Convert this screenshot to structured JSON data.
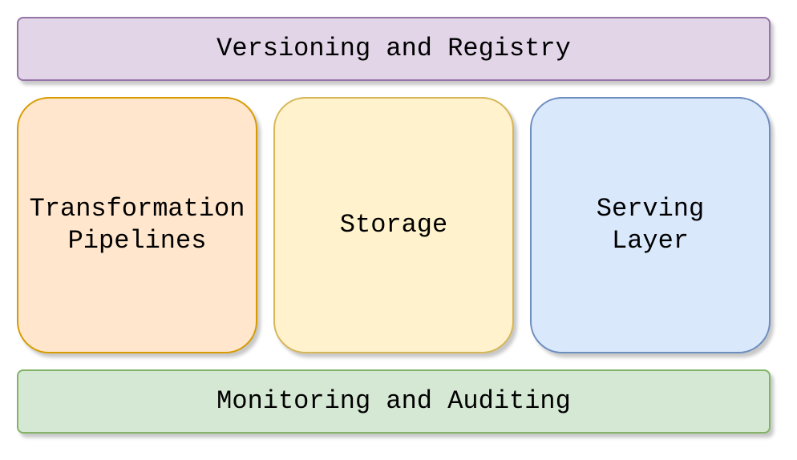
{
  "diagram": {
    "top_bar": {
      "label": "Versioning and Registry",
      "fill": "#e1d5e7",
      "stroke": "#9673a6"
    },
    "columns": [
      {
        "label": "Transformation\nPipelines",
        "fill": "#ffe6cc",
        "stroke": "#d79b00"
      },
      {
        "label": "Storage",
        "fill": "#fff2cc",
        "stroke": "#d6b656"
      },
      {
        "label": "Serving\nLayer",
        "fill": "#dae8fc",
        "stroke": "#6c8ebf"
      }
    ],
    "bottom_bar": {
      "label": "Monitoring and Auditing",
      "fill": "#d5e8d4",
      "stroke": "#82b366"
    }
  }
}
